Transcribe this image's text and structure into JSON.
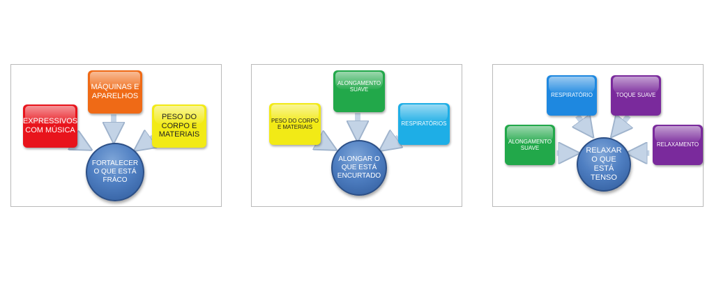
{
  "diagrams": [
    {
      "center": "FORTALECER O QUE ESTÁ FRÁCO",
      "boxes": [
        {
          "label": "EXPRESSIVOS COM MÚSICA",
          "color": "#e8141c"
        },
        {
          "label": "MÁQUINAS E APARELHOS",
          "color": "#ef6a16"
        },
        {
          "label": "PESO DO CORPO E MATERIAIS",
          "color": "#f2ea16"
        }
      ]
    },
    {
      "center": "ALONGAR O QUE ESTÁ ENCURTADO",
      "boxes": [
        {
          "label": "PESO DO CORPO E MATERIAIS",
          "color": "#f2ea16"
        },
        {
          "label": "ALONGAMENTO SUAVE",
          "color": "#22a84a"
        },
        {
          "label": "RESPIRATÓRIOS",
          "color": "#1eaee6"
        }
      ]
    },
    {
      "center": "RELAXAR O QUE ESTÁ TENSO",
      "boxes": [
        {
          "label": "ALONGAMENTO SUAVE",
          "color": "#22a84a"
        },
        {
          "label": "RESPIRATÓRIO",
          "color": "#1e88e0"
        },
        {
          "label": "TOQUE SUAVE",
          "color": "#7a2a9c"
        },
        {
          "label": "RELAXAMENTO",
          "color": "#7a2a9c"
        }
      ]
    }
  ]
}
